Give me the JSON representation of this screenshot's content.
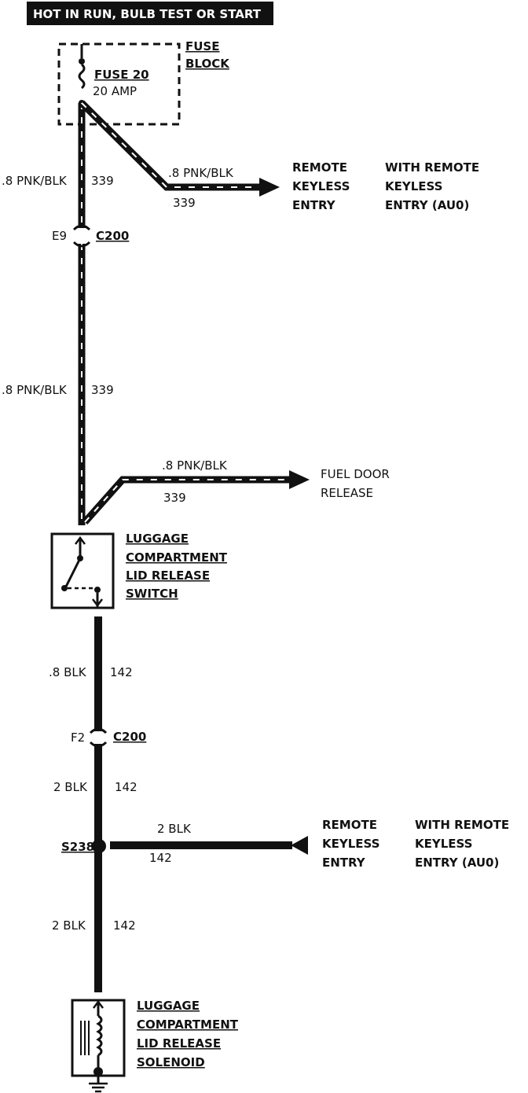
{
  "header": {
    "text": "HOT IN RUN, BULB TEST OR START"
  },
  "fuse_block": {
    "label_line1": "FUSE",
    "label_line2": "BLOCK",
    "fuse_name": "FUSE 20",
    "fuse_rating": "20 AMP"
  },
  "wires": {
    "w1": {
      "gauge": ".8 PNK/BLK",
      "circuit": "339"
    },
    "w2": {
      "gauge": ".8 PNK/BLK",
      "circuit": "339"
    },
    "w3": {
      "gauge": ".8 PNK/BLK",
      "circuit": "339"
    },
    "w4": {
      "gauge": ".8 PNK/BLK",
      "circuit": "339"
    },
    "w5": {
      "gauge": ".8 BLK",
      "circuit": "142"
    },
    "w6": {
      "gauge": "2 BLK",
      "circuit": "142"
    },
    "w7": {
      "gauge": "2 BLK",
      "circuit": "142"
    },
    "w8": {
      "gauge": "2 BLK",
      "circuit": "142"
    }
  },
  "connectors": {
    "c1": {
      "pin": "E9",
      "name": "C200"
    },
    "c2": {
      "pin": "F2",
      "name": "C200"
    }
  },
  "splice": {
    "name": "S238"
  },
  "destinations": {
    "rke_top": {
      "line1": "REMOTE",
      "line2": "KEYLESS",
      "line3": "ENTRY",
      "cond1": "WITH REMOTE",
      "cond2": "KEYLESS",
      "cond3": "ENTRY (AU0)"
    },
    "fuel": {
      "line1": "FUEL DOOR",
      "line2": "RELEASE"
    },
    "rke_bottom": {
      "line1": "REMOTE",
      "line2": "KEYLESS",
      "line3": "ENTRY",
      "cond1": "WITH REMOTE",
      "cond2": "KEYLESS",
      "cond3": "ENTRY (AU0)"
    }
  },
  "switch": {
    "line1": "LUGGAGE",
    "line2": "COMPARTMENT",
    "line3": "LID RELEASE",
    "line4": "SWITCH"
  },
  "solenoid": {
    "line1": "LUGGAGE",
    "line2": "COMPARTMENT",
    "line3": "LID RELEASE",
    "line4": "SOLENOID"
  }
}
